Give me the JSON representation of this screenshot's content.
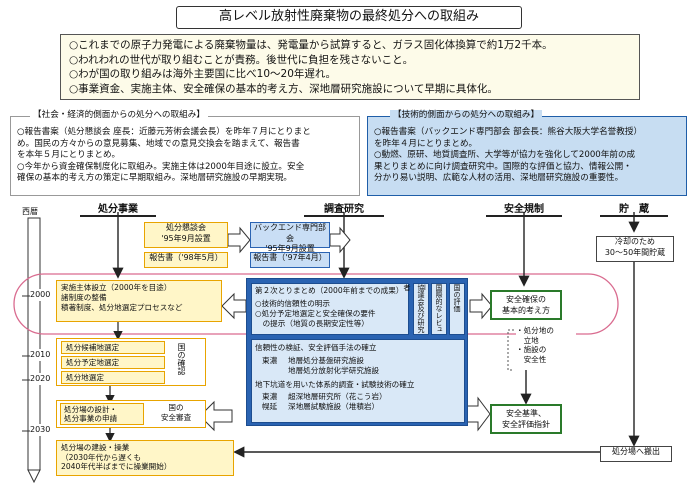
{
  "title": "高レベル放射性廃棄物の最終処分への取組み",
  "intro": [
    "○これまでの原子力発電による廃棄物量は、発電量から試算すると、ガラス固化体換算で約1万2千本。",
    "○われわれの世代が取り組むことが責務。後世代に負担を残さないこと。",
    "○わが国の取り組みは海外主要国に比べ10～20年遅れ。",
    "○事業資金、実施主体、安全確保の基本的考え方、深地層研究施設について早期に具体化。"
  ],
  "social": {
    "heading": "【社会・経済的側面からの処分への取組み】",
    "lines": [
      "○報告書案（処分懇談会 座長：近藤元芳術会議会長）を昨年７月にとりまと",
      "め。国民の方々からの意見募集、地域での意見交換会を踏まえて、報告書",
      "を本年５月にとりまとめ。",
      "○今年から資金確保制度化に取組み。実施主体は2000年目途に設立。安全",
      "確保の基本的考え方の策定に早期取組み。深地層研究施設の早期実現。"
    ]
  },
  "tech": {
    "heading": "【技術的側面からの処分への取組み】",
    "lines": [
      "○報告書案（バックエンド専門部会 部会長：熊谷大阪大学名誉教授）",
      "を昨年４月にとりまとめ。",
      "○動燃、原研、地質調査所、大学等が協力を強化して2000年前の成",
      "果とりまとめに向け調査研究中。国際的な評価と協力、情報公開・",
      "分かり易い説明、広範な人材の活用、深地層研究施設の重要性。"
    ]
  },
  "year_label": "西暦",
  "years": [
    "2000",
    "2010",
    "2020",
    "2030"
  ],
  "columns": {
    "disposal": "処分事業",
    "research": "調査研究",
    "safety": "安全規制",
    "storage": "貯　蔵"
  },
  "boxes": {
    "kondankai": "処分懇談会\n'95年9月設置",
    "report98": "報告書（'98年5月）",
    "backend": "バックエンド専門部会\n'95年9月設置",
    "report97": "報告書（'97年4月）",
    "storage_cool": "冷却のため\n30～50年間貯蔵",
    "entity": "実施主体設立（2000年を目途）\n諸制度の整備\n積著制度、処分地選定プロセスなど",
    "candidate": "処分候補地選定",
    "planned": "処分予定地選定",
    "site": "処分地選定",
    "national_confirm": "国の確認",
    "license": "処分場の設計・\n処分事業の申請",
    "national_review": "国の\n安全審査",
    "construction": "処分場の建設・操業\n（2030年代から遅くも\n2040年代半ばまでに操業開始）",
    "safety_basic": "安全確保の\n基本的考え方",
    "safety_side": "・処分地の\n　立地\n・施設の\n　安全性",
    "safety_standard": "安全基準、\n安全評価指針",
    "transfer": "処分場へ搬出",
    "research_2nd": "第２次とりまとめ（2000年前までの成果）",
    "research_items": "○技術的信頼性の明示\n○処分予定地選定と安全確保の要件\n　の提示（地質の長期安定性等）",
    "review_cols": [
      "国の評価",
      "国際的なレビュー",
      "協議会及び研究者"
    ],
    "deep_head": "信頼性の検証、安全評価手法の確立",
    "deep_east": "東濃",
    "deep_east_items": "地層処分基盤研究施設\n地層処分放射化学研究施設",
    "deep_lab_head": "地下坑道を用いた体系的調査・試験技術の確立",
    "deep_lab_left": "東濃\n幌延",
    "deep_lab_right": "超深地層研究所（花こう岩）\n深地層試験施設（堆積岩）"
  }
}
